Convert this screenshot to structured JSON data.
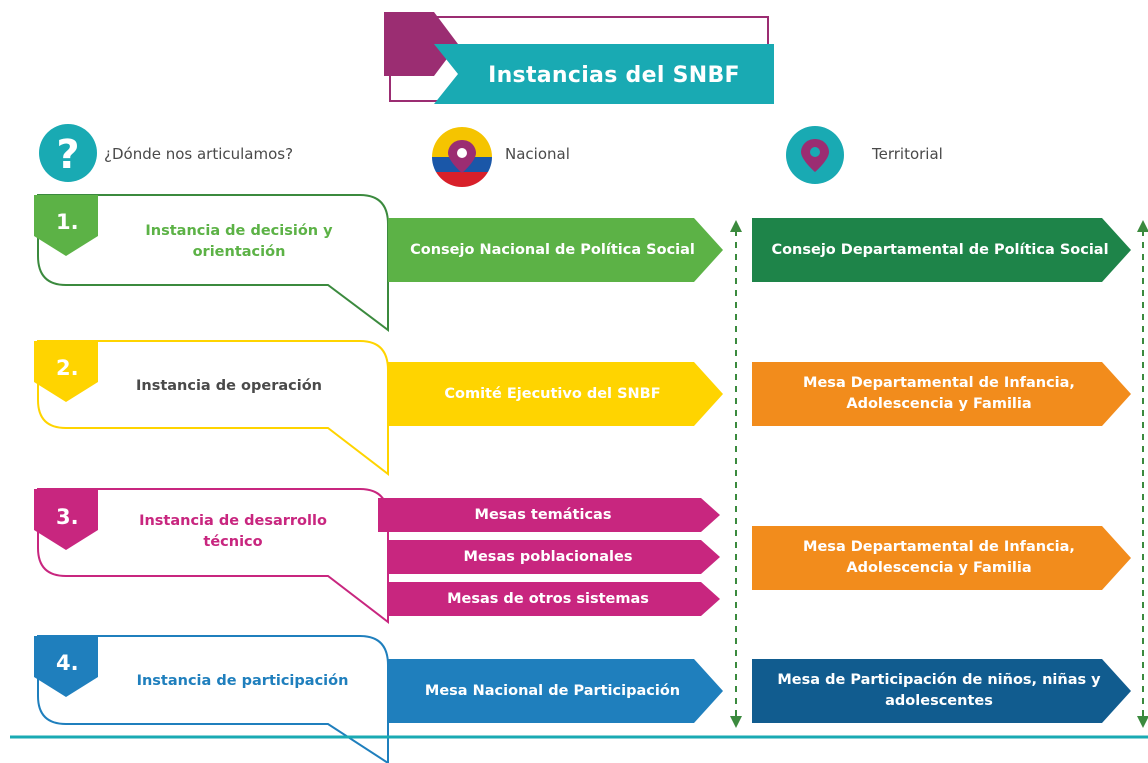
{
  "title": "Instancias del SNBF",
  "header": {
    "question_label": "¿Dónde nos articulamos?",
    "nacional_label": "Nacional",
    "territorial_label": "Territorial"
  },
  "instancias": [
    {
      "number": "1.",
      "label": "Instancia de decisión y orientación",
      "color": "#5cb246",
      "dark_color": "#3b8a3e",
      "nacional": [
        "Consejo Nacional de Política Social"
      ],
      "territorial": "Consejo Departamental de Política Social",
      "territorial_color": "#1e8449"
    },
    {
      "number": "2.",
      "label": "Instancia de operación",
      "color": "#ffd400",
      "dark_color": "#ffd400",
      "nacional": [
        "Comité Ejecutivo del SNBF"
      ],
      "territorial": "Mesa Departamental de Infancia, Adolescencia y Familia",
      "territorial_color": "#f28c1c"
    },
    {
      "number": "3.",
      "label": "Instancia de desarrollo técnico",
      "color": "#c8267f",
      "dark_color": "#c8267f",
      "nacional": [
        "Mesas temáticas",
        "Mesas poblacionales",
        "Mesas de otros sistemas"
      ],
      "territorial": "Mesa Departamental de Infancia, Adolescencia y Familia",
      "territorial_color": "#f28c1c"
    },
    {
      "number": "4.",
      "label": "Instancia de participación",
      "color": "#1f7fbd",
      "dark_color": "#1f7fbd",
      "nacional": [
        "Mesa Nacional de Participación"
      ],
      "territorial": "Mesa de Participación de niños, niñas y adolescentes",
      "territorial_color": "#115c8f"
    }
  ],
  "colors": {
    "teal": "#19aab3",
    "purple": "#9b2d72",
    "green": "#5cb246",
    "dark_green": "#1e8449",
    "yellow": "#ffd400",
    "orange": "#f28c1c",
    "magenta": "#c8267f",
    "blue": "#1f7fbd",
    "dark_blue": "#115c8f"
  },
  "icons": {
    "question": "question-icon",
    "colombia_pin": "colombia-flag-pin-icon",
    "location_pin": "location-pin-icon"
  }
}
